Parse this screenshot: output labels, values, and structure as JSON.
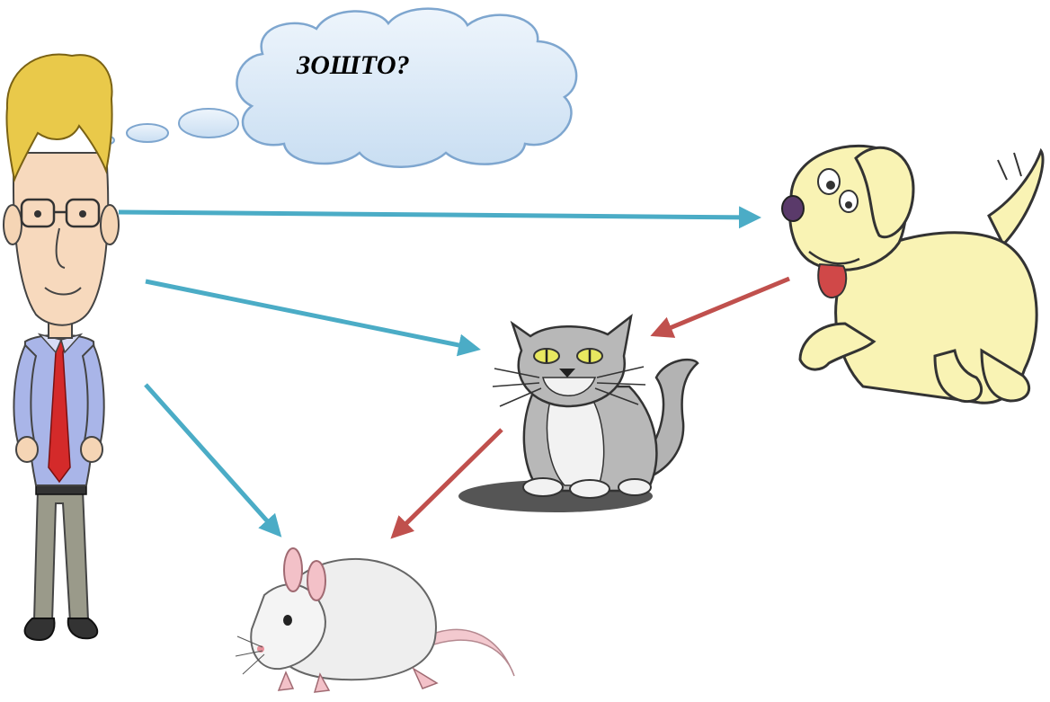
{
  "thought_bubble": {
    "text": "ЗОШТО?",
    "fill_color": "#dbe9f6",
    "stroke_color": "#7ea6cf"
  },
  "figures": [
    {
      "id": "boy",
      "icon": "boy-with-glasses-icon"
    },
    {
      "id": "dog",
      "icon": "yellow-dog-icon"
    },
    {
      "id": "cat",
      "icon": "gray-cat-icon"
    },
    {
      "id": "mouse",
      "icon": "white-mouse-icon"
    }
  ],
  "arrows": [
    {
      "from": "boy",
      "to": "dog",
      "color": "#4bacc6"
    },
    {
      "from": "boy",
      "to": "cat",
      "color": "#4bacc6"
    },
    {
      "from": "boy",
      "to": "mouse",
      "color": "#4bacc6"
    },
    {
      "from": "dog",
      "to": "cat",
      "color": "#c0504d"
    },
    {
      "from": "cat",
      "to": "mouse",
      "color": "#c0504d"
    }
  ],
  "colors": {
    "boy_arrows": "#4bacc6",
    "chain_arrows": "#c0504d"
  }
}
